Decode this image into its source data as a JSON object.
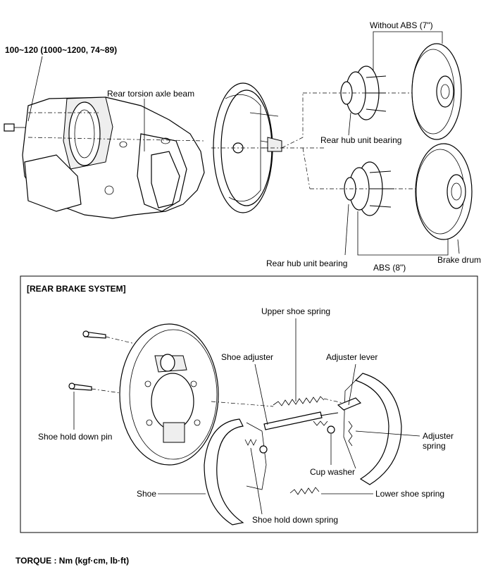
{
  "top": {
    "torque_value": "100~120 (1000~1200, 74~89)",
    "rear_torsion_axle_beam": "Rear torsion axle beam",
    "without_abs": "Without ABS (7\")",
    "rear_hub_unit_bearing_upper": "Rear hub unit bearing",
    "rear_hub_unit_bearing_lower": "Rear hub unit bearing",
    "abs": "ABS (8\")",
    "brake_drum": "Brake drum"
  },
  "rear_brake_system": {
    "title": "[REAR BRAKE SYSTEM]",
    "upper_shoe_spring": "Upper shoe spring",
    "shoe_adjuster": "Shoe adjuster",
    "adjuster_lever": "Adjuster lever",
    "shoe_hold_down_pin": "Shoe hold down pin",
    "adjuster_spring_1": "Adjuster",
    "adjuster_spring_2": "spring",
    "cup_washer": "Cup washer",
    "shoe": "Shoe",
    "lower_shoe_spring": "Lower shoe spring",
    "shoe_hold_down_spring": "Shoe hold down spring"
  },
  "footer": {
    "torque_unit": "TORQUE : Nm (kgf·cm, lb·ft)"
  }
}
